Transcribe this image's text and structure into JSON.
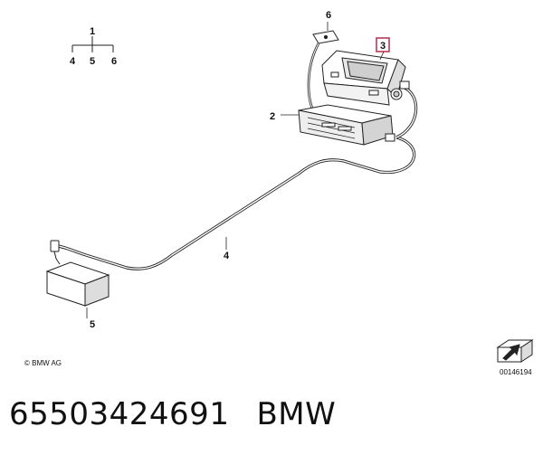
{
  "tree": {
    "root": "1",
    "children": [
      "4",
      "5",
      "6"
    ]
  },
  "callouts": {
    "p2": "2",
    "p3": "3",
    "p4": "4",
    "p5": "5",
    "p6": "6"
  },
  "highlight_color": "#c0395a",
  "copyright": "© BMW AG",
  "doc_number": "00146194",
  "part_number": "65503424691",
  "brand": "BMW"
}
